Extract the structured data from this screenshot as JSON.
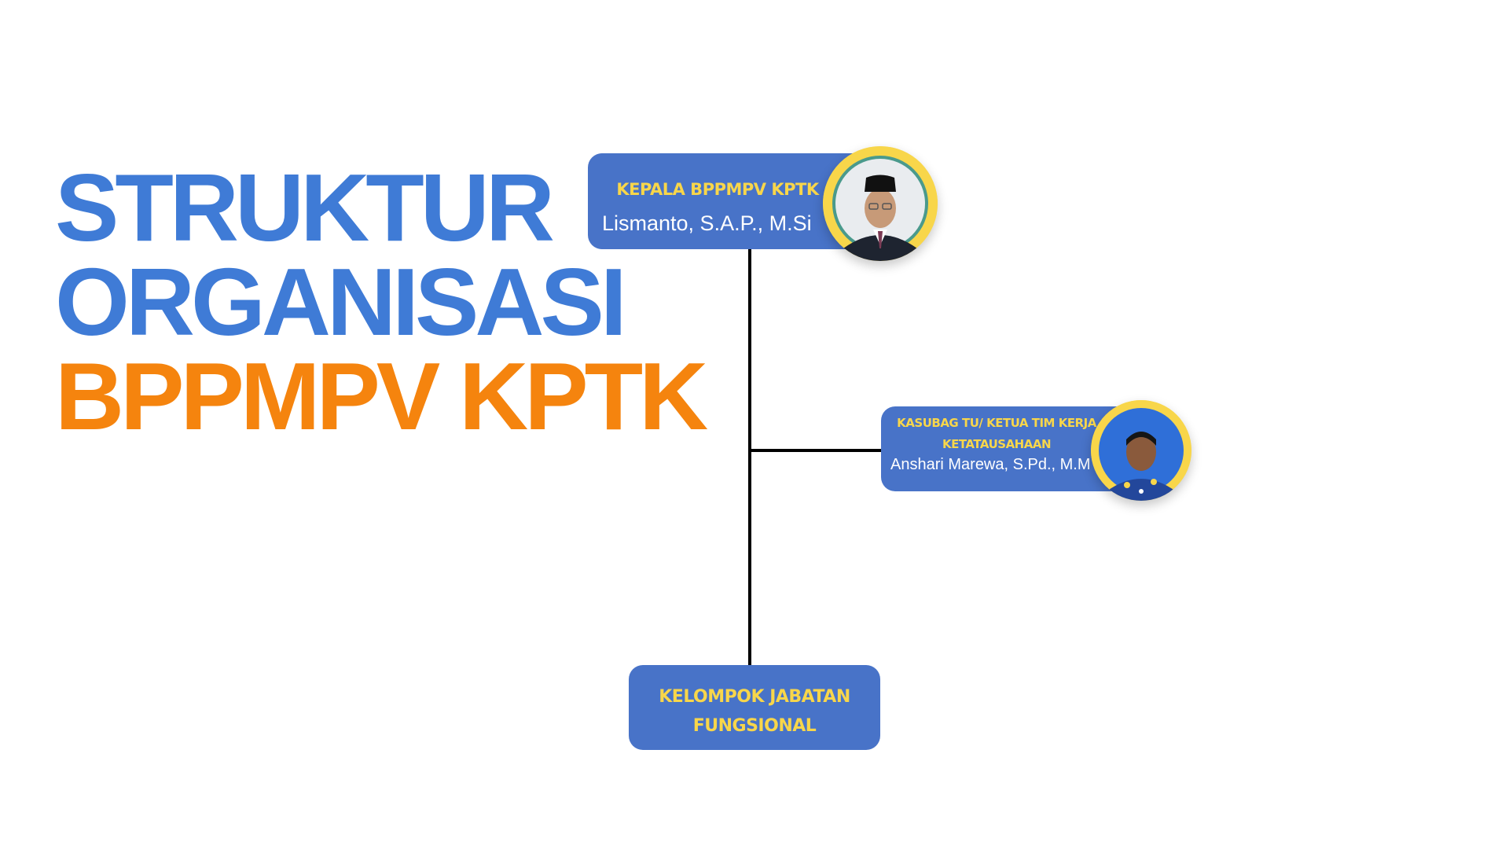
{
  "title": {
    "line1": "STRUKTUR",
    "line2": "ORGANISASI",
    "line3": "BPPMPV KPTK"
  },
  "colors": {
    "title_primary": "#3f7bd6",
    "title_accent": "#f5840e",
    "box_fill": "#4873c8",
    "role_text": "#f8d64a",
    "name_text": "#ffffff",
    "photo_ring": "#f8d64a",
    "connector": "#000000"
  },
  "nodes": {
    "head": {
      "role": "KEPALA BPPMPV KPTK",
      "name": "Lismanto, S.A.P., M.Si",
      "photo": "portrait-photo"
    },
    "admin": {
      "role_line1": "KASUBAG TU/ KETUA TIM KERJA",
      "role_line2": "KETATAUSAHAAN",
      "name": "Anshari Marewa, S.Pd., M.M",
      "photo": "portrait-photo"
    },
    "functional": {
      "role_line1": "KELOMPOK JABATAN",
      "role_line2": "FUNGSIONAL"
    }
  }
}
